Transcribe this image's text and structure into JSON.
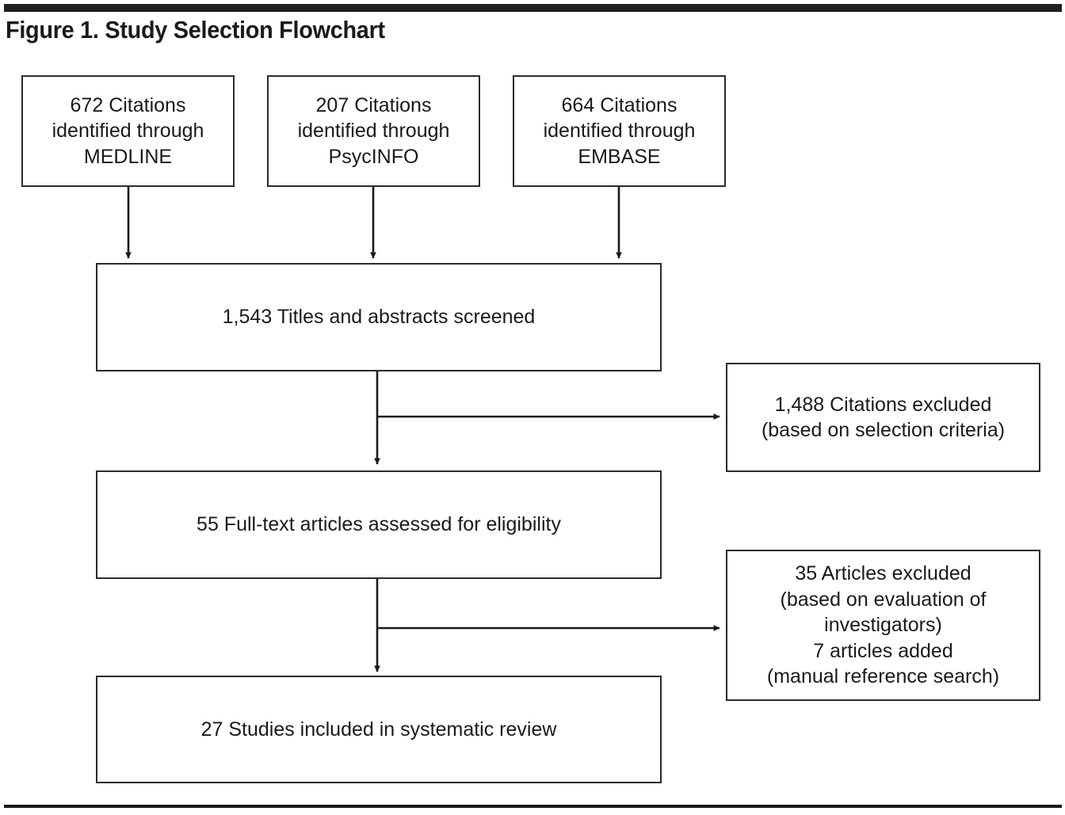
{
  "figure": {
    "title": "Figure 1. Study Selection Flowchart",
    "top_rule_color": "#1f1f1f",
    "bottom_rule_color": "#1a1a1a",
    "box_border_color": "#2b2b2b",
    "text_color": "#1a1a1a",
    "background_color": "#ffffff"
  },
  "chart_data": {
    "type": "diagram",
    "title": "Figure 1. Study Selection Flowchart",
    "diagram_kind": "PRISMA study selection flowchart",
    "nodes": [
      {
        "id": "source-medline",
        "role": "identification-source",
        "count": 672,
        "lines": [
          "672 Citations",
          "identified through",
          "MEDLINE"
        ]
      },
      {
        "id": "source-psycinfo",
        "role": "identification-source",
        "count": 207,
        "lines": [
          "207 Citations",
          "identified through",
          "PsycINFO"
        ]
      },
      {
        "id": "source-embase",
        "role": "identification-source",
        "count": 664,
        "lines": [
          "664 Citations",
          "identified through",
          "EMBASE"
        ]
      },
      {
        "id": "screened",
        "role": "screening",
        "count": 1543,
        "lines": [
          "1,543 Titles and abstracts screened"
        ]
      },
      {
        "id": "excluded-screening",
        "role": "exclusion",
        "count": 1488,
        "lines": [
          "1,488 Citations excluded",
          "(based on selection criteria)"
        ]
      },
      {
        "id": "fulltext",
        "role": "eligibility",
        "count": 55,
        "lines": [
          "55 Full-text articles assessed for eligibility"
        ]
      },
      {
        "id": "excluded-eligibility",
        "role": "exclusion",
        "count": 35,
        "added": 7,
        "lines": [
          "35 Articles excluded",
          "(based on evaluation of",
          "investigators)",
          "7 articles added",
          "(manual reference search)"
        ]
      },
      {
        "id": "included",
        "role": "included",
        "count": 27,
        "lines": [
          "27 Studies included in systematic review"
        ]
      }
    ],
    "edges": [
      {
        "from": "source-medline",
        "to": "screened",
        "style": "arrow-down"
      },
      {
        "from": "source-psycinfo",
        "to": "screened",
        "style": "arrow-down"
      },
      {
        "from": "source-embase",
        "to": "screened",
        "style": "arrow-down"
      },
      {
        "from": "screened",
        "to": "fulltext",
        "style": "arrow-down"
      },
      {
        "from": "screened",
        "to": "excluded-screening",
        "style": "arrow-right-branch"
      },
      {
        "from": "fulltext",
        "to": "included",
        "style": "arrow-down"
      },
      {
        "from": "fulltext",
        "to": "excluded-eligibility",
        "style": "arrow-right-branch"
      }
    ]
  }
}
